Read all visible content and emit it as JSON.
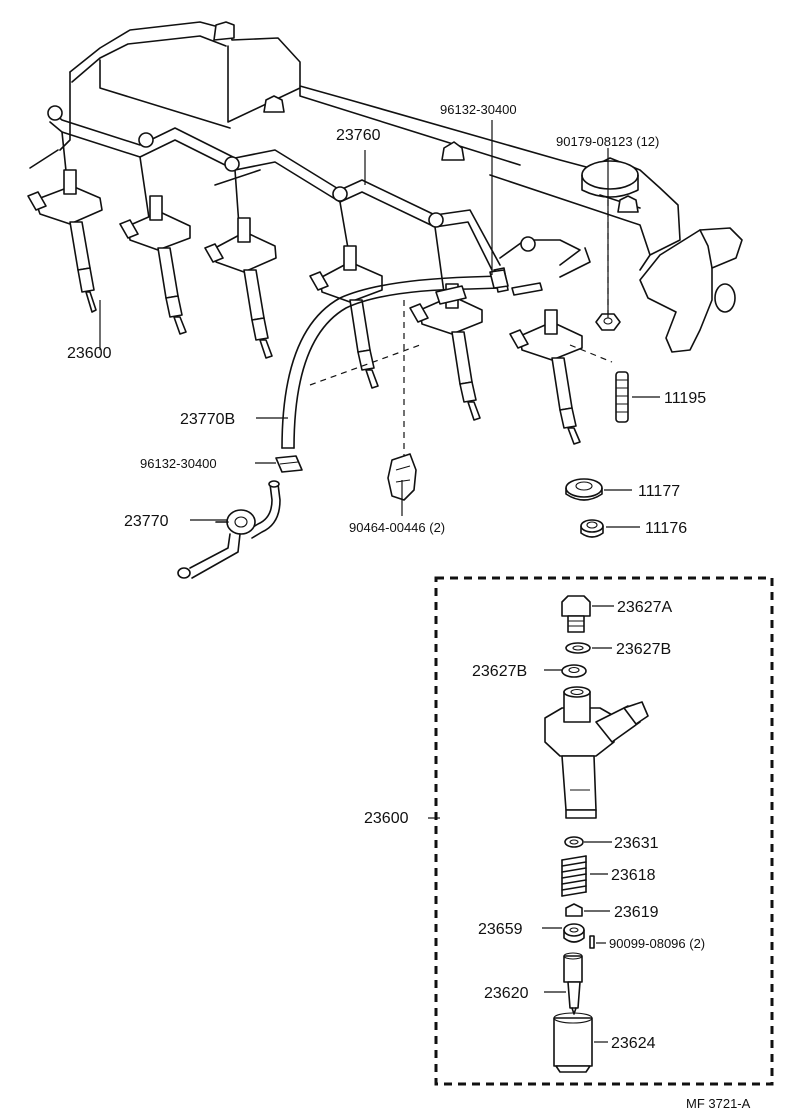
{
  "labels": {
    "l_23600_top": "23600",
    "l_23760": "23760",
    "l_96132_top": "96132-30400",
    "l_90179": "90179-08123 (12)",
    "l_11195": "11195",
    "l_23770b": "23770B",
    "l_96132_bot": "96132-30400",
    "l_23770": "23770",
    "l_90464": "90464-00446 (2)",
    "l_11177": "11177",
    "l_11176": "11176",
    "l_23627a": "23627A",
    "l_23627b_r": "23627B",
    "l_23627b_l": "23627B",
    "l_23600_detail": "23600",
    "l_23631": "23631",
    "l_23618": "23618",
    "l_23619": "23619",
    "l_23659": "23659",
    "l_90099": "90099-08096 (2)",
    "l_23620": "23620",
    "l_23624": "23624",
    "ref_code": "MF  3721-A"
  },
  "icons": [
    "engine-head",
    "fuel-injector",
    "injection-pipe",
    "leakage-pipe",
    "hose-clamp",
    "pipe-clamp",
    "washer",
    "stud-bolt",
    "nut",
    "nozzle-holder-parts"
  ]
}
